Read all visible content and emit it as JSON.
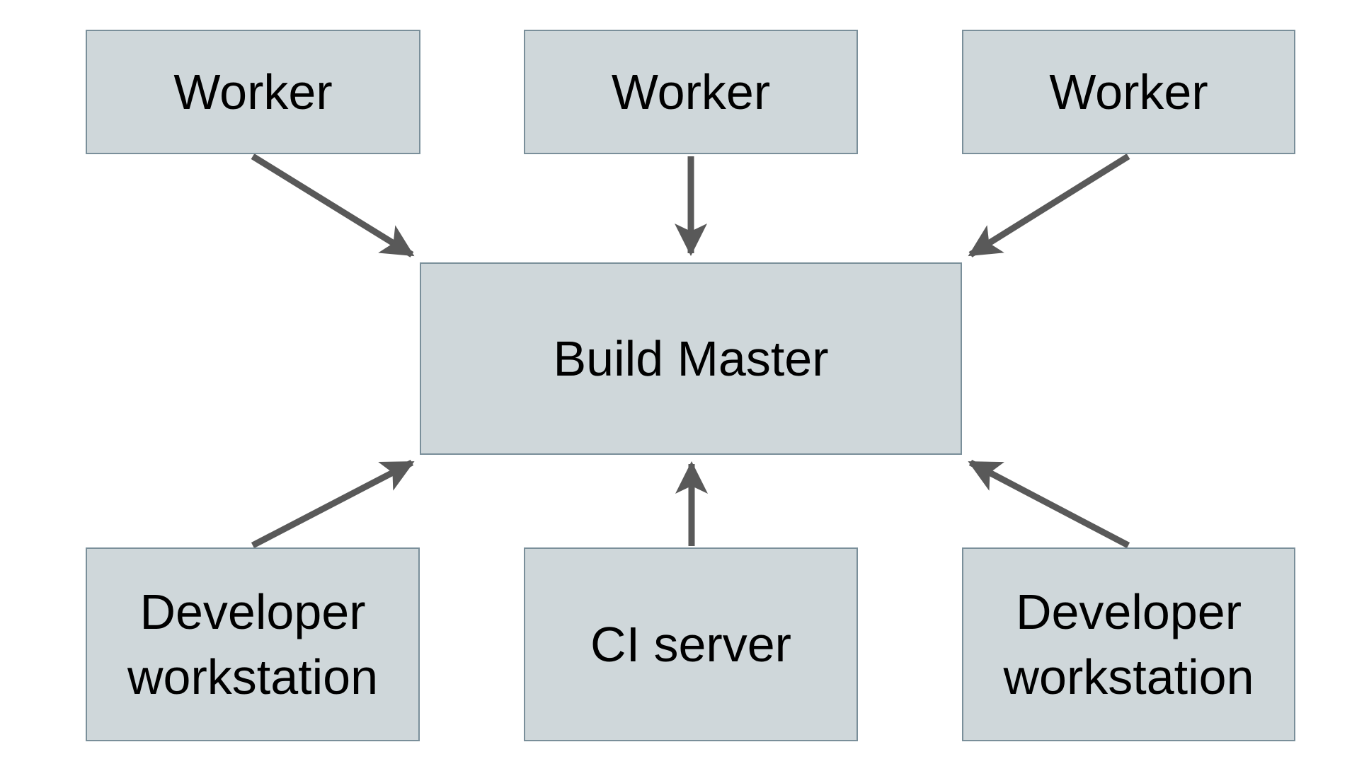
{
  "nodes": {
    "worker_1": {
      "label": "Worker"
    },
    "worker_2": {
      "label": "Worker"
    },
    "worker_3": {
      "label": "Worker"
    },
    "build_master": {
      "label": "Build Master"
    },
    "developer_workstation_left": {
      "label": "Developer workstation"
    },
    "ci_server": {
      "label": "CI server"
    },
    "developer_workstation_right": {
      "label": "Developer workstation"
    }
  },
  "edges": [
    {
      "from": "worker_1",
      "to": "build_master"
    },
    {
      "from": "worker_2",
      "to": "build_master"
    },
    {
      "from": "worker_3",
      "to": "build_master"
    },
    {
      "from": "developer_workstation_left",
      "to": "build_master"
    },
    {
      "from": "ci_server",
      "to": "build_master"
    },
    {
      "from": "developer_workstation_right",
      "to": "build_master"
    }
  ],
  "colors": {
    "background": "#ffffff",
    "node_fill": "#cfd7da",
    "node_border": "#7a8f9a",
    "arrow": "#595959",
    "text": "#000000"
  }
}
